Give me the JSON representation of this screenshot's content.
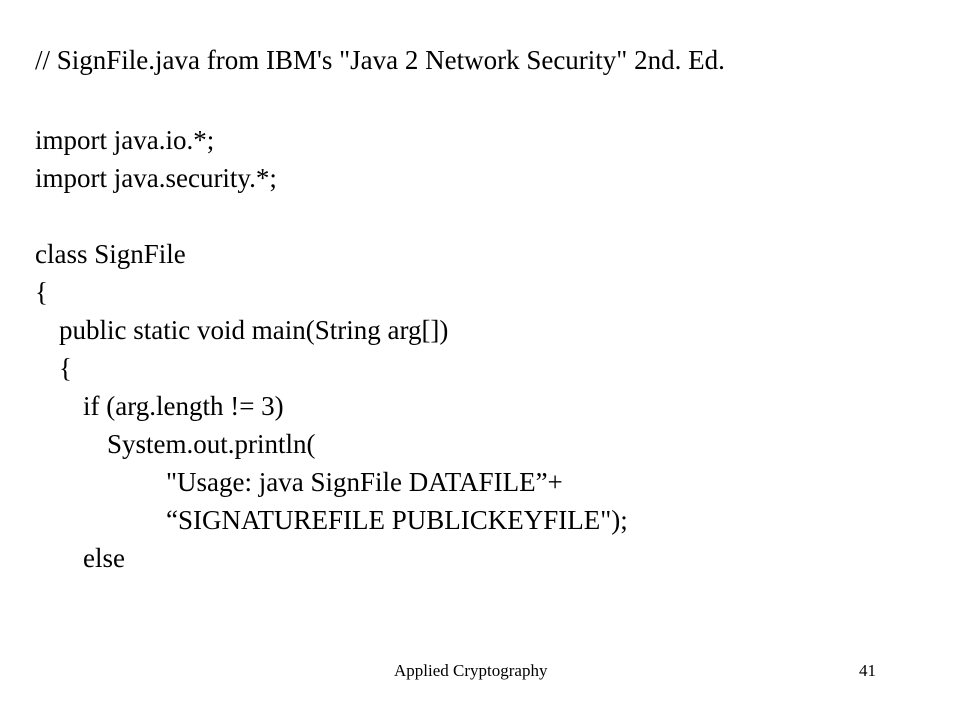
{
  "slide": {
    "code_lines": [
      "// SignFile.java from IBM's \"Java 2 Network Security\" 2nd. Ed.",
      "",
      "import java.io.*;",
      "import java.security.*;",
      "",
      "class SignFile",
      "{",
      "public static void main(String arg[])",
      "{",
      "if (arg.length != 3)",
      "System.out.println(",
      "\"Usage: java SignFile DATAFILE”+",
      "“SIGNATUREFILE PUBLICKEYFILE\");",
      "else"
    ]
  },
  "footer": {
    "title": "Applied Cryptography",
    "page_number": "41"
  }
}
